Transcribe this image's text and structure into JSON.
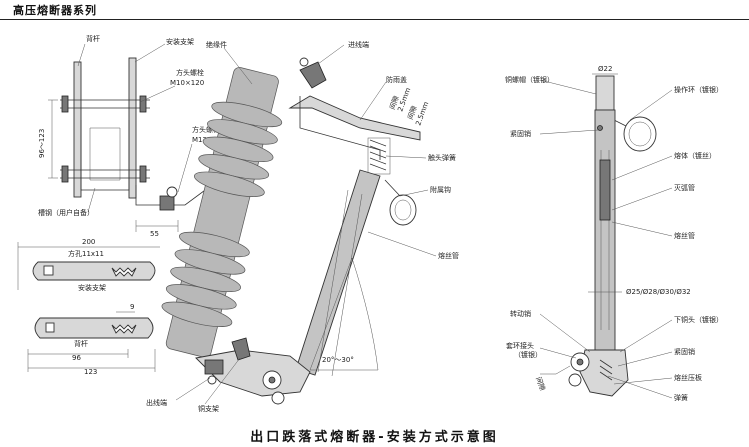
{
  "header": {
    "title": "高压熔断器系列"
  },
  "caption": "出口跌落式熔断器-安装方式示意图",
  "left_labels": {
    "back_bar": "背杆",
    "mount_bracket": "安装支架",
    "square_bolt_1": "方头螺栓",
    "square_bolt_1_spec": "M10×120",
    "square_bolt_2": "方头螺栓",
    "square_bolt_2_spec": "M12×40",
    "channel_steel": "槽钢（用户自备）",
    "dim_96_123": "96～123",
    "dim_55": "55"
  },
  "detail_labels": {
    "dim_200": "200",
    "square_hole": "方孔11x11",
    "mount_bracket": "安装支架",
    "dim_9": "9",
    "back_bar": "背杆",
    "dim_96": "96",
    "dim_123": "123"
  },
  "center_labels": {
    "insulator": "绝缘件",
    "inlet_terminal": "进线端",
    "rain_cover": "防雨盖",
    "contact_spring": "触头弹簧",
    "hook": "附属钩",
    "fuse_tube": "熔丝管",
    "outlet_terminal": "出线端",
    "copper_bracket": "铜支架",
    "angle": "20°～30°",
    "gap_1": "间隙",
    "gap_1_val": "2.5mm",
    "gap_2": "间隙",
    "gap_2_val": "2.5mm"
  },
  "right_labels": {
    "copper_cap": "铜螺帽（镀银）",
    "dia_22": "Ø22",
    "operating_ring": "操作环（镀银）",
    "fastening_pin": "紧固销",
    "fuse_body": "熔体（镀丝）",
    "arc_tube": "灭弧管",
    "fuse_tube": "熔丝管",
    "diameters": "Ø25/Ø28/Ø30/Ø32",
    "pivot_pin": "转动销",
    "lower_copper_head": "下铜头（镀银）",
    "ring_joint": "套环接头",
    "ring_joint_sub": "（镀银）",
    "fastening_pin_2": "紧固销",
    "fuse_plate": "熔丝压板",
    "spring": "弹簧"
  }
}
